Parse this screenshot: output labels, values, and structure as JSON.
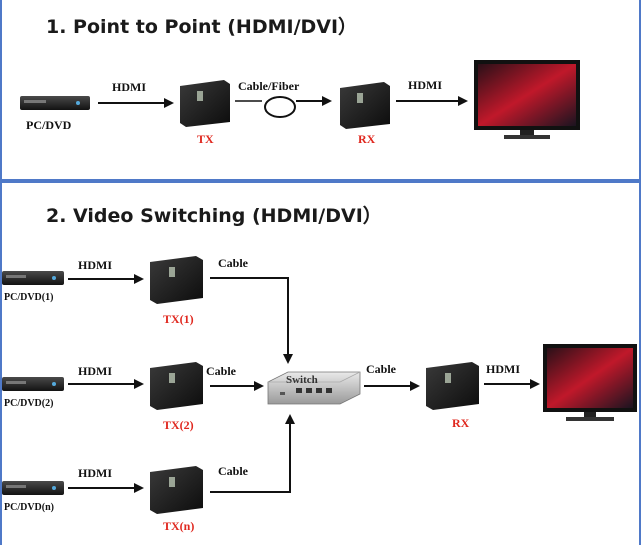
{
  "section1": {
    "title": "1. Point to Point (HDMI/DVI）",
    "source_label": "PC/DVD",
    "hdmi_in_label": "HDMI",
    "tx_label": "TX",
    "link_label": "Cable/Fiber",
    "rx_label": "RX",
    "hdmi_out_label": "HDMI"
  },
  "section2": {
    "title": "2. Video Switching (HDMI/DVI）",
    "sources": [
      {
        "source_label": "PC/DVD(1)",
        "hdmi_label": "HDMI",
        "tx_label": "TX(1)",
        "cable_label": "Cable"
      },
      {
        "source_label": "PC/DVD(2)",
        "hdmi_label": "HDMI",
        "tx_label": "TX(2)",
        "cable_label": "Cable"
      },
      {
        "source_label": "PC/DVD(n)",
        "hdmi_label": "HDMI",
        "tx_label": "TX(n)",
        "cable_label": "Cable"
      }
    ],
    "switch_label": "Switch",
    "switch_out_label": "Cable",
    "rx_label": "RX",
    "hdmi_out_label": "HDMI"
  },
  "colors": {
    "border": "#4f79c8",
    "device_label": "#e0281f",
    "tv_screen": "#c0182a"
  },
  "icons": [
    "dvd-player-icon",
    "transmitter-icon",
    "receiver-icon",
    "cable-coil-icon",
    "switch-icon",
    "tv-monitor-icon",
    "arrow-icon"
  ]
}
